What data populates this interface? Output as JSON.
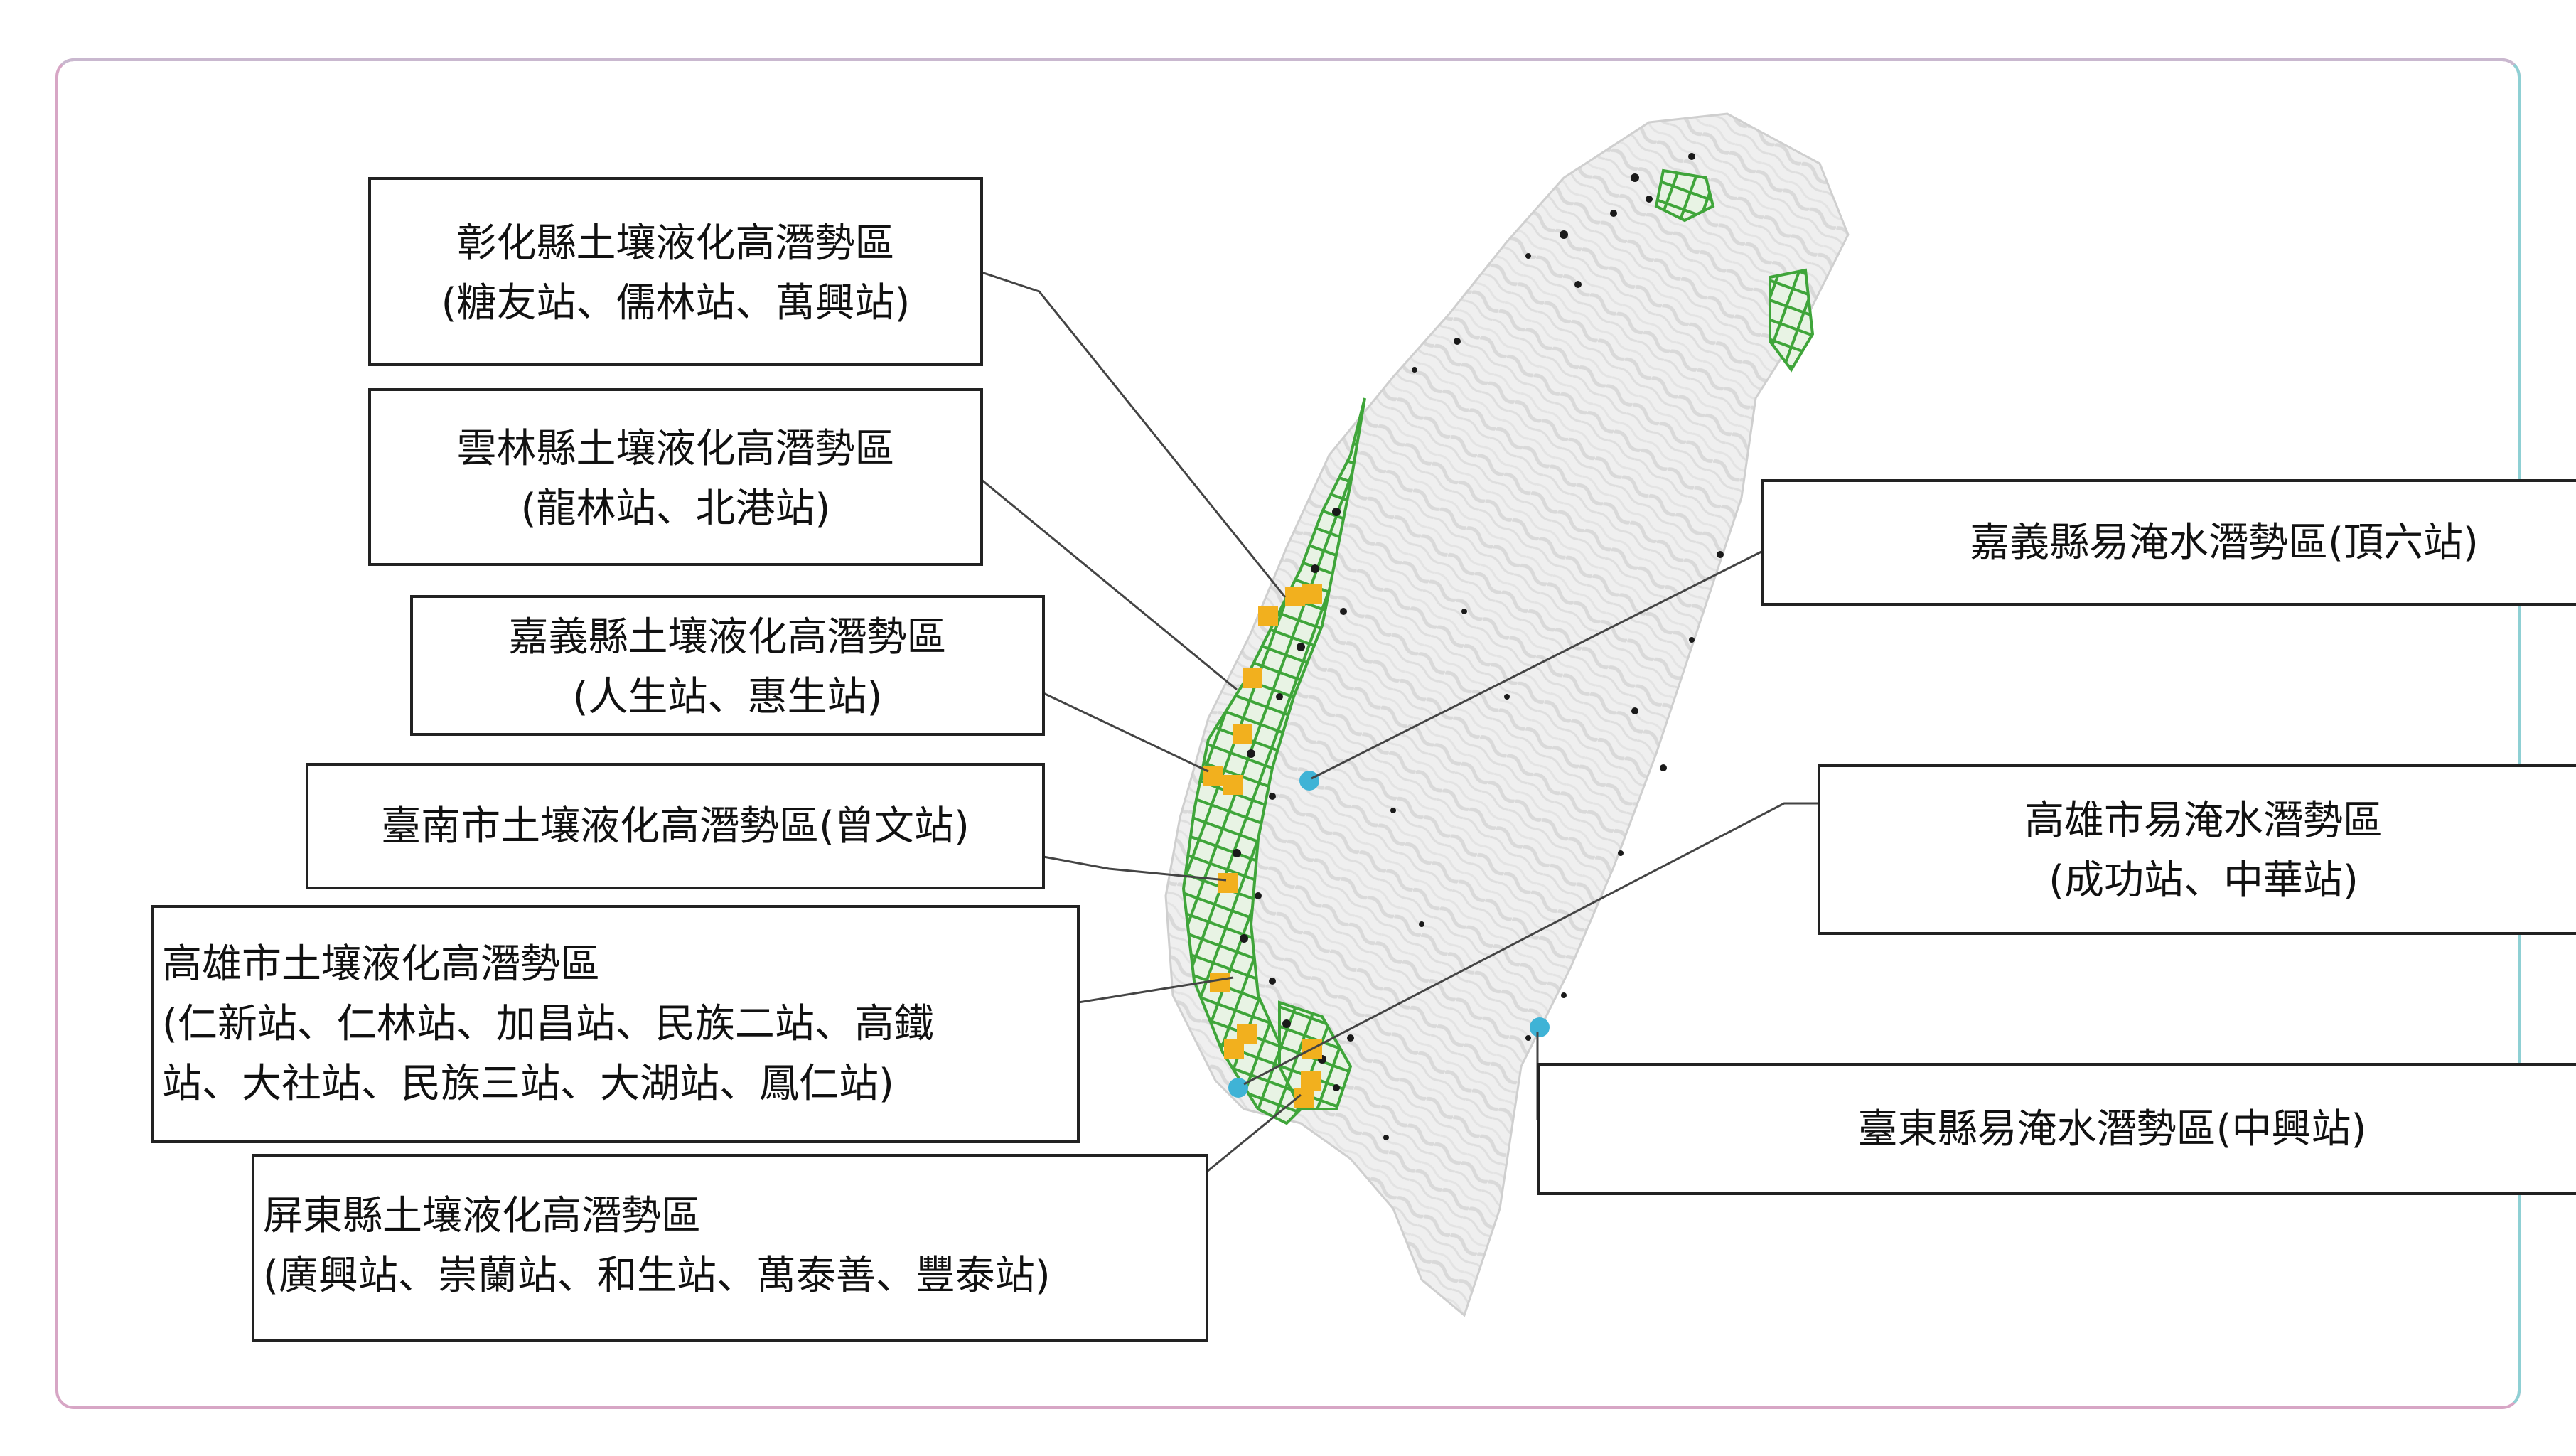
{
  "colors": {
    "liquefaction_zone": "#4caf3f",
    "dense_points": "#1a1a1a",
    "liquefaction_station": "#f2b01e",
    "flood_station": "#3fb3d6",
    "island_fill": "#eeeeee",
    "frame_border": "#d7a6c5"
  },
  "legend_types": {
    "liquefaction_station_marker": "orange-square",
    "flood_station_marker": "blue-dot"
  },
  "callouts": {
    "changhua": {
      "line1": "彰化縣土壤液化高潛勢區",
      "line2": "(糖友站、儒林站、萬興站)"
    },
    "yunlin": {
      "line1": "雲林縣土壤液化高潛勢區",
      "line2": "(龍林站、北港站)"
    },
    "chiayi_liq": {
      "line1": "嘉義縣土壤液化高潛勢區",
      "line2": "(人生站、惠生站)"
    },
    "tainan": {
      "line1": "臺南市土壤液化高潛勢區(曾文站)"
    },
    "kaohsiung_liq": {
      "line1": "高雄市土壤液化高潛勢區",
      "line2": "(仁新站、仁林站、加昌站、民族二站、高鐵",
      "line3": "站、大社站、民族三站、大湖站、鳳仁站)"
    },
    "pingtung": {
      "line1": "屏東縣土壤液化高潛勢區",
      "line2": "(廣興站、崇蘭站、和生站、萬泰善、豐泰站)"
    },
    "chiayi_flood": {
      "line1": "嘉義縣易淹水潛勢區(頂六站)"
    },
    "kaohsiung_flood": {
      "line1": "高雄市易淹水潛勢區",
      "line2": "(成功站、中華站)"
    },
    "taitung": {
      "line1": "臺東縣易淹水潛勢區(中興站)"
    }
  }
}
